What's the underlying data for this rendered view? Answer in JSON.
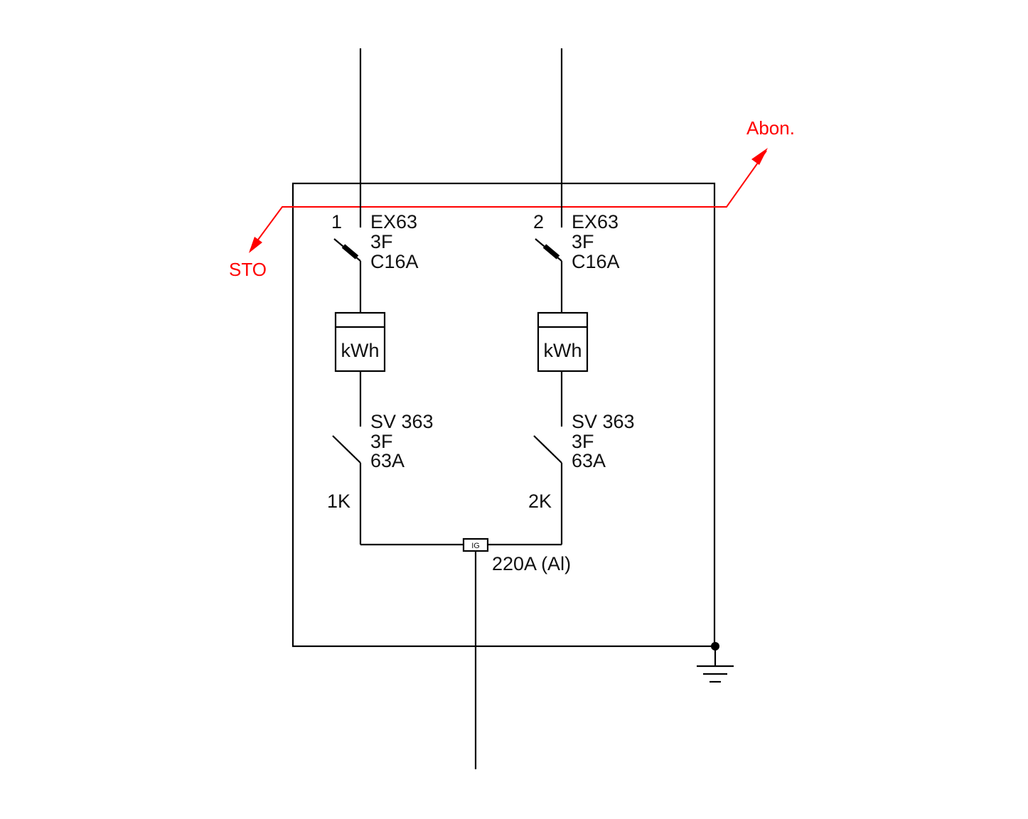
{
  "colors": {
    "line": "#000000",
    "annotation": "#ff0000"
  },
  "annotations": {
    "left": "STO",
    "right": "Abon."
  },
  "branches": [
    {
      "number": "1",
      "breaker_model": "EX63",
      "breaker_poles": "3F",
      "breaker_rating": "C16A",
      "meter": "kWh",
      "switch_model": "SV 363",
      "switch_poles": "3F",
      "switch_rating": "63A",
      "cable": "1K"
    },
    {
      "number": "2",
      "breaker_model": "EX63",
      "breaker_poles": "3F",
      "breaker_rating": "C16A",
      "meter": "kWh",
      "switch_model": "SV 363",
      "switch_poles": "3F",
      "switch_rating": "63A",
      "cable": "2K"
    }
  ],
  "connector": {
    "tag": "IG",
    "rating": "220A (Al)"
  },
  "icons": {
    "ground": "ground-icon",
    "junction": "junction-dot-icon"
  }
}
